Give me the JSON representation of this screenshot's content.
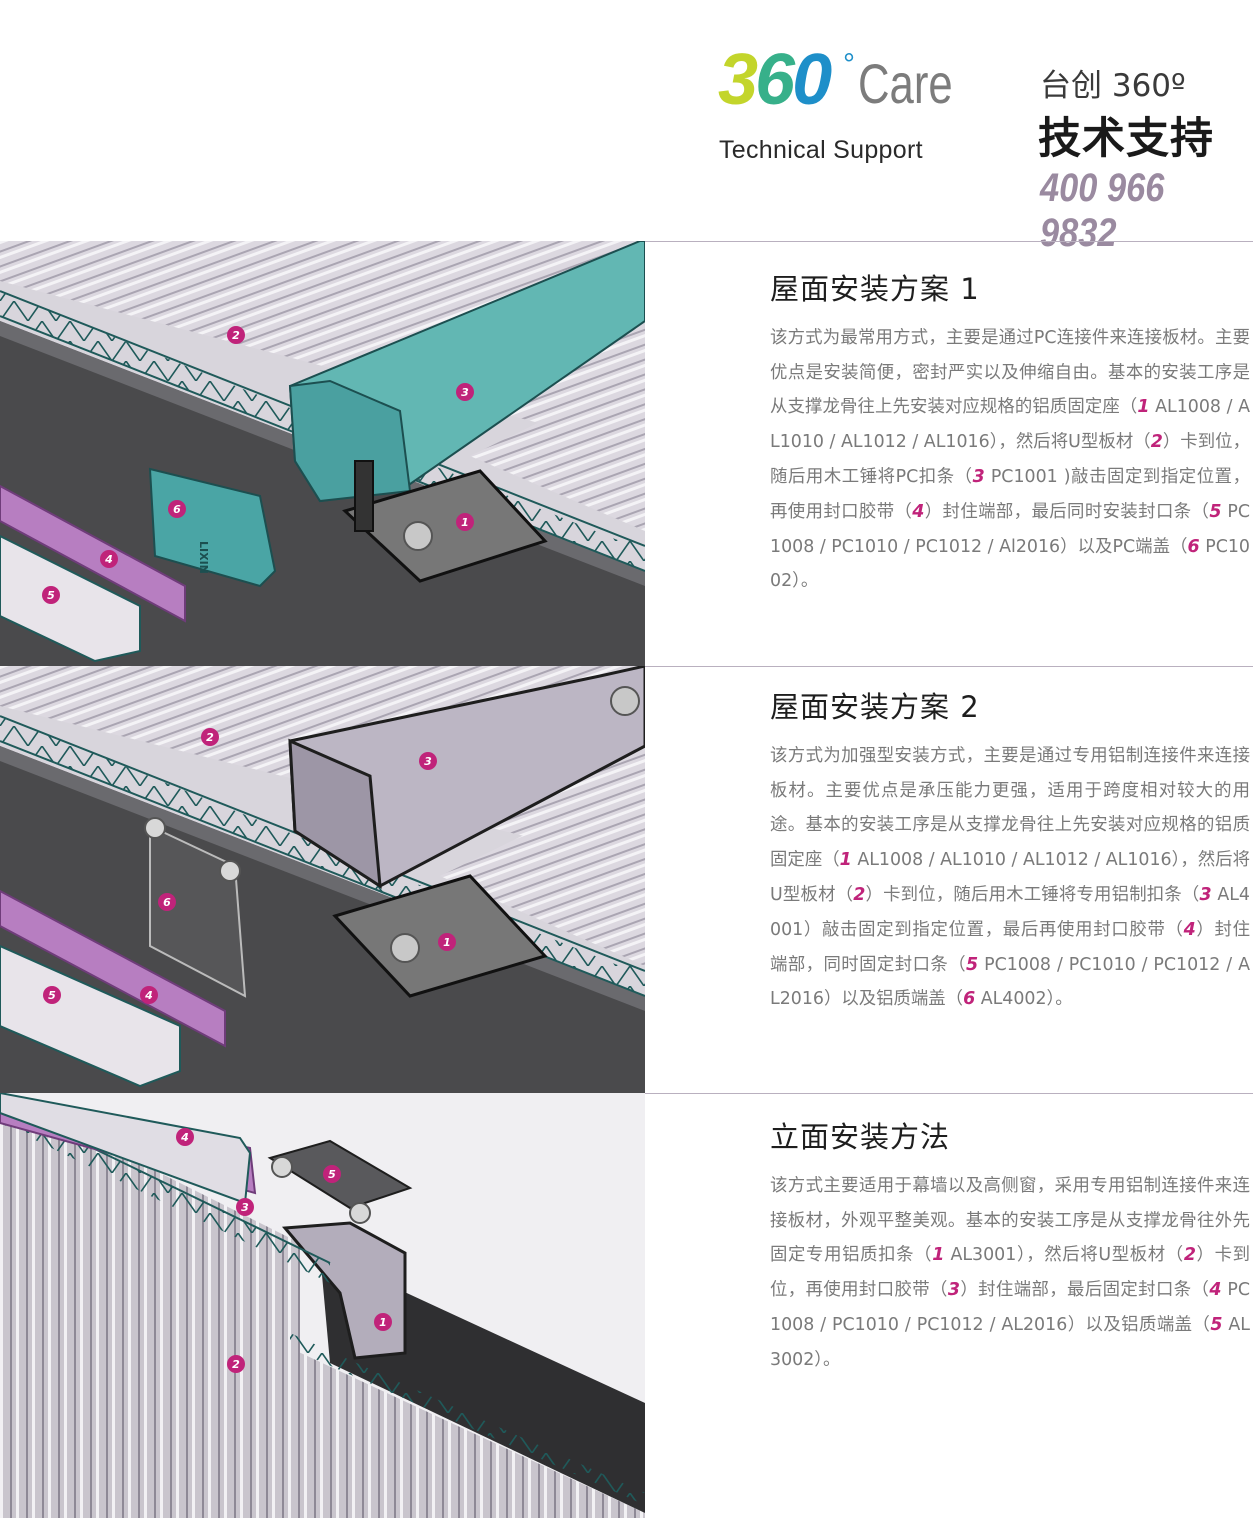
{
  "header": {
    "logo": {
      "d3": "3",
      "d6": "6",
      "d0": "0",
      "degree": "°",
      "care": "Care",
      "subtitle": "Technical Support"
    },
    "cn_line1": "台创 360º",
    "cn_line2": "技术支持",
    "phone": "400 966 9832",
    "colors": {
      "logo_3": "#c3d52b",
      "logo_6": "#37b08a",
      "logo_0": "#1e8fc9",
      "phone": "#9a8aa0",
      "callout": "#c0237a"
    }
  },
  "sections": [
    {
      "title": "屋面安装方案 1",
      "body_runs": [
        {
          "t": "该方式为最常用方式，主要是通过PC连接件来连接板材。主要优点是安装简便，密封严实以及伸缩自由。基本的安装工序是从支撑龙骨往上先安装对应规格的铝质固定座（"
        },
        {
          "n": "1"
        },
        {
          "t": " AL1008 / AL1010 / AL1012 / AL1016），然后将U型板材（"
        },
        {
          "n": "2"
        },
        {
          "t": "）卡到位，随后用木工锤将PC扣条（"
        },
        {
          "n": "3"
        },
        {
          "t": " PC1001 )敲击固定到指定位置，再使用封口胶带（"
        },
        {
          "n": "4"
        },
        {
          "t": "）封住端部，最后同时安装封口条（"
        },
        {
          "n": "5"
        },
        {
          "t": " PC1008 / PC1010 / PC1012 / Al2016）以及PC端盖（"
        },
        {
          "n": "6"
        },
        {
          "t": " PC1002）。"
        }
      ],
      "callouts": [
        "2",
        "3",
        "6",
        "4",
        "5",
        "1"
      ],
      "cap_text": "LIXIN"
    },
    {
      "title": "屋面安装方案 2",
      "body_runs": [
        {
          "t": "该方式为加强型安装方式，主要是通过专用铝制连接件来连接板材。主要优点是承压能力更强，适用于跨度相对较大的用途。基本的安装工序是从支撑龙骨往上先安装对应规格的铝质固定座（"
        },
        {
          "n": "1"
        },
        {
          "t": " AL1008 / AL1010 / AL1012 / AL1016），然后将U型板材（"
        },
        {
          "n": "2"
        },
        {
          "t": "）卡到位，随后用木工锤将专用铝制扣条（"
        },
        {
          "n": "3"
        },
        {
          "t": " AL4001）敲击固定到指定位置，最后再使用封口胶带（"
        },
        {
          "n": "4"
        },
        {
          "t": "）封住端部，同时固定封口条（"
        },
        {
          "n": "5"
        },
        {
          "t": " PC1008 / PC1010 / PC1012 / AL2016）以及铝质端盖（"
        },
        {
          "n": "6"
        },
        {
          "t": " AL4002）。"
        }
      ],
      "callouts": [
        "2",
        "3",
        "6",
        "5",
        "4",
        "1"
      ]
    },
    {
      "title": "立面安装方法",
      "body_runs": [
        {
          "t": "该方式主要适用于幕墙以及高侧窗，采用专用铝制连接件来连接板材，外观平整美观。基本的安装工序是从支撑龙骨往外先固定专用铝质扣条（"
        },
        {
          "n": "1"
        },
        {
          "t": " AL3001），然后将U型板材（"
        },
        {
          "n": "2"
        },
        {
          "t": "）卡到位，再使用封口胶带（"
        },
        {
          "n": "3"
        },
        {
          "t": "）封住端部，最后固定封口条（"
        },
        {
          "n": "4"
        },
        {
          "t": " PC1008 / PC1010 / PC1012 / AL2016）以及铝质端盖（"
        },
        {
          "n": "5"
        },
        {
          "t": " AL3002）。"
        }
      ],
      "callouts": [
        "4",
        "5",
        "3",
        "1",
        "2"
      ]
    }
  ]
}
